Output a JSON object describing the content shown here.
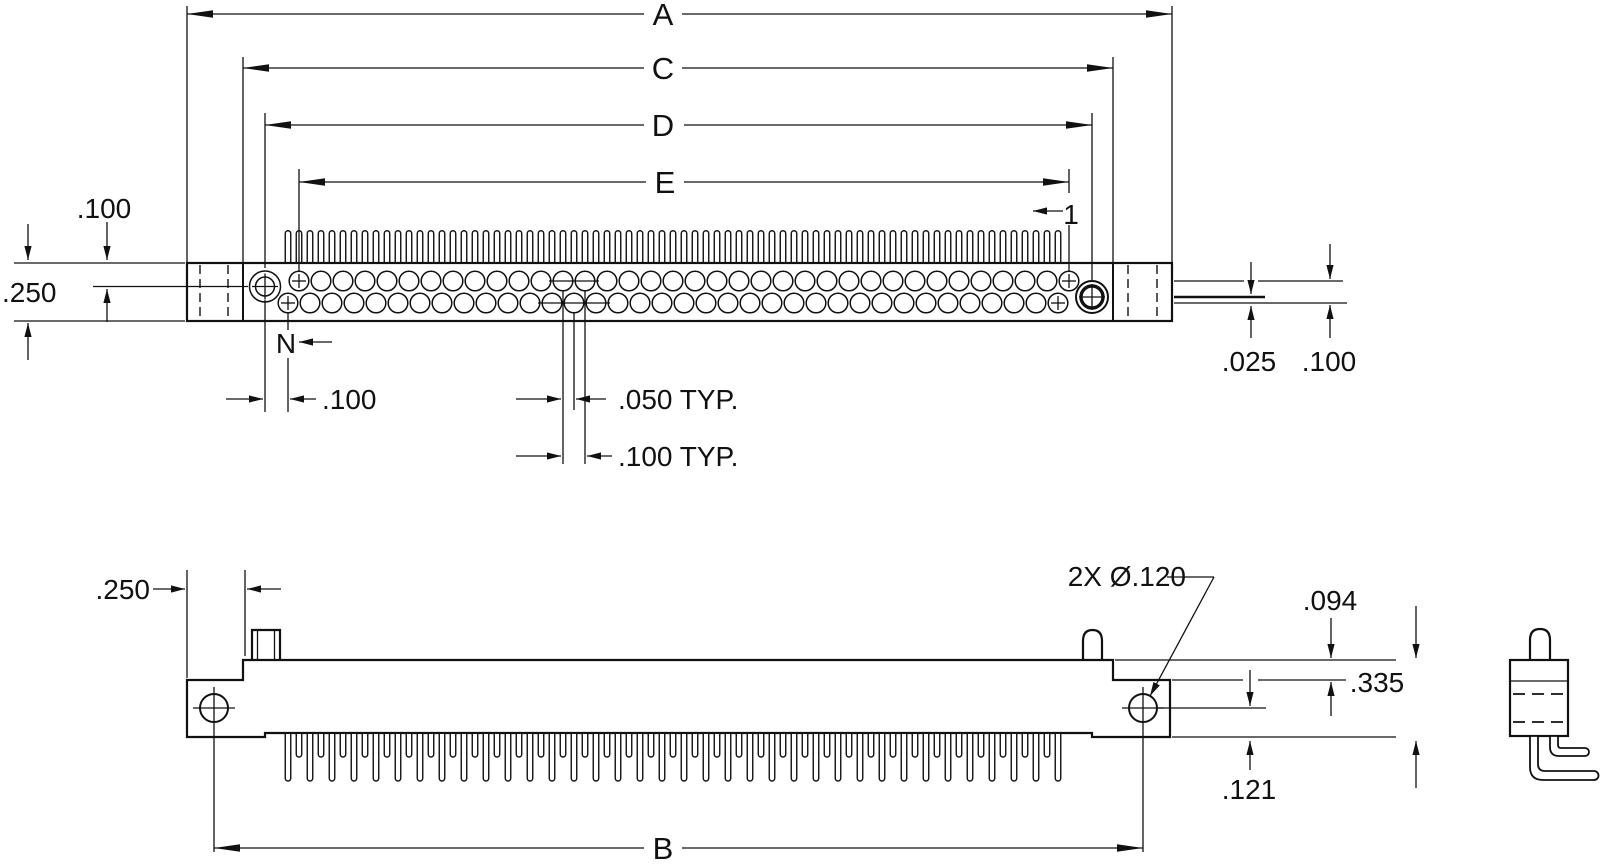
{
  "colors": {
    "background": "#ffffff",
    "ink": "#111111"
  },
  "top_view": {
    "dim_a": "A",
    "dim_c": "C",
    "dim_d": "D",
    "dim_e": "E",
    "pin_one": "1",
    "pin_n": "N",
    "edge_to_centerline": ".100",
    "body_depth": ".250",
    "hole_to_pin_n": ".100",
    "stagger_typ": ".050 TYP.",
    "pitch_typ": ".100 TYP.",
    "centerline_offset": ".025",
    "row_spacing": ".100"
  },
  "side_view": {
    "flange_offset": ".250",
    "holes_callout": "2X Ø.120",
    "post_height": ".094",
    "body_height": ".335",
    "centerline_to_base": ".121",
    "dim_b": "B"
  }
}
